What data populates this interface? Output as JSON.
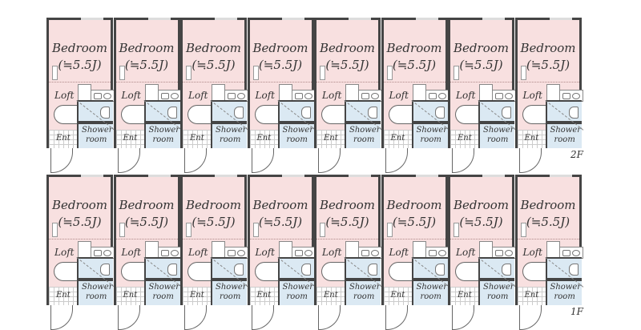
{
  "floors": [
    {
      "label": "2F",
      "units": [
        {
          "bedroom": "Bedroom",
          "size": "(≒5.5J)",
          "loft": "Loft",
          "shower": "Shower",
          "room": "room",
          "ent": "Ent"
        },
        {
          "bedroom": "Bedroom",
          "size": "(≒5.5J)",
          "loft": "Loft",
          "shower": "Shower",
          "room": "room",
          "ent": "Ent"
        },
        {
          "bedroom": "Bedroom",
          "size": "(≒5.5J)",
          "loft": "Loft",
          "shower": "Shower",
          "room": "room",
          "ent": "Ent"
        },
        {
          "bedroom": "Bedroom",
          "size": "(≒5.5J)",
          "loft": "Loft",
          "shower": "Shower",
          "room": "room",
          "ent": "Ent"
        },
        {
          "bedroom": "Bedroom",
          "size": "(≒5.5J)",
          "loft": "Loft",
          "shower": "Shower",
          "room": "room",
          "ent": "Ent"
        },
        {
          "bedroom": "Bedroom",
          "size": "(≒5.5J)",
          "loft": "Loft",
          "shower": "Shower",
          "room": "room",
          "ent": "Ent"
        },
        {
          "bedroom": "Bedroom",
          "size": "(≒5.5J)",
          "loft": "Loft",
          "shower": "Shower",
          "room": "room",
          "ent": "Ent"
        },
        {
          "bedroom": "Bedroom",
          "size": "(≒5.5J)",
          "loft": "Loft",
          "shower": "Shower",
          "room": "room",
          "ent": "Ent"
        }
      ]
    },
    {
      "label": "1F",
      "units": [
        {
          "bedroom": "Bedroom",
          "size": "(≒5.5J)",
          "loft": "Loft",
          "shower": "Shower",
          "room": "room",
          "ent": "Ent"
        },
        {
          "bedroom": "Bedroom",
          "size": "(≒5.5J)",
          "loft": "Loft",
          "shower": "Shower",
          "room": "room",
          "ent": "Ent"
        },
        {
          "bedroom": "Bedroom",
          "size": "(≒5.5J)",
          "loft": "Loft",
          "shower": "Shower",
          "room": "room",
          "ent": "Ent"
        },
        {
          "bedroom": "Bedroom",
          "size": "(≒5.5J)",
          "loft": "Loft",
          "shower": "Shower",
          "room": "room",
          "ent": "Ent"
        },
        {
          "bedroom": "Bedroom",
          "size": "(≒5.5J)",
          "loft": "Loft",
          "shower": "Shower",
          "room": "room",
          "ent": "Ent"
        },
        {
          "bedroom": "Bedroom",
          "size": "(≒5.5J)",
          "loft": "Loft",
          "shower": "Shower",
          "room": "room",
          "ent": "Ent"
        },
        {
          "bedroom": "Bedroom",
          "size": "(≒5.5J)",
          "loft": "Loft",
          "shower": "Shower",
          "room": "room",
          "ent": "Ent"
        },
        {
          "bedroom": "Bedroom",
          "size": "(≒5.5J)",
          "loft": "Loft",
          "shower": "Shower",
          "room": "room",
          "ent": "Ent"
        }
      ]
    }
  ],
  "colors": {
    "bedroom": "#f8e0e0",
    "wet_area": "#dbe9f3",
    "wall": "#454545"
  }
}
